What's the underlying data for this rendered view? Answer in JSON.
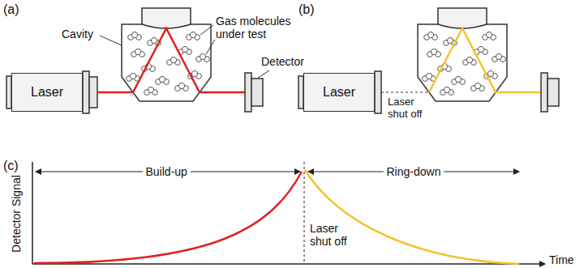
{
  "diagram": {
    "nodes": [
      {
        "text": [
          "Laser"
        ]
      },
      {
        "text": [
          "Laser"
        ]
      }
    ],
    "labels": [
      "(a)",
      "(b)",
      "(c)",
      "Cavity",
      "Gas molecules under test",
      "Detector",
      "Laser shut off",
      "Detector Signal",
      "Build-up",
      "Ring-down",
      "Laser shut off",
      "Time"
    ]
  }
}
